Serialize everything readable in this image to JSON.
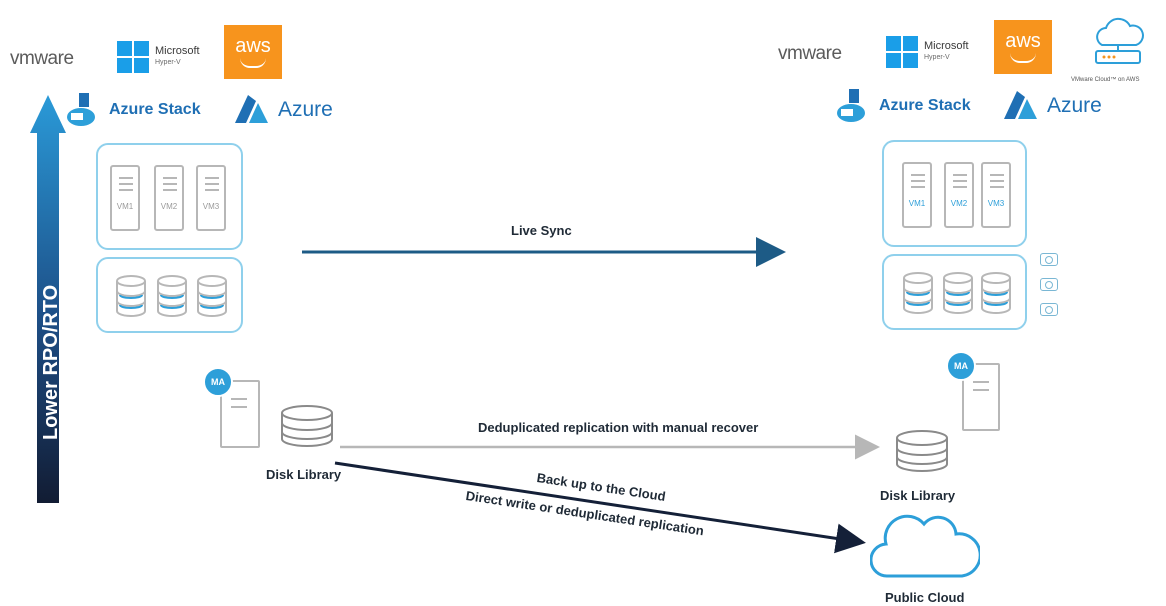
{
  "left": {
    "vmware": "vmware",
    "microsoft": {
      "name": "Microsoft",
      "sub": "Hyper-V"
    },
    "aws": "aws",
    "azure_stack": "Azure Stack",
    "azure": "Azure",
    "vms": [
      "VM1",
      "VM2",
      "VM3"
    ],
    "ma_badge": "MA",
    "disk_library": "Disk Library"
  },
  "right": {
    "vmware": "vmware",
    "microsoft": {
      "name": "Microsoft",
      "sub": "Hyper-V"
    },
    "aws": "aws",
    "vmware_cloud": "VMware Cloud™ on AWS",
    "azure_stack": "Azure Stack",
    "azure": "Azure",
    "vms": [
      "VM1",
      "VM2",
      "VM3"
    ],
    "ma_badge": "MA",
    "disk_library": "Disk Library",
    "public_cloud": "Public Cloud"
  },
  "axis_label": "Lower RPO/RTO",
  "flows": {
    "live_sync": "Live Sync",
    "dedup": "Deduplicated replication with manual recover",
    "backup_cloud": "Back up to the Cloud",
    "direct_write": "Direct write or deduplicated replication"
  },
  "colors": {
    "accent_blue": "#2d9fd9",
    "box_border": "#8fd0ec",
    "aws_orange": "#f7941d",
    "dark_navy": "#142038",
    "grey": "#b7b7b7"
  }
}
